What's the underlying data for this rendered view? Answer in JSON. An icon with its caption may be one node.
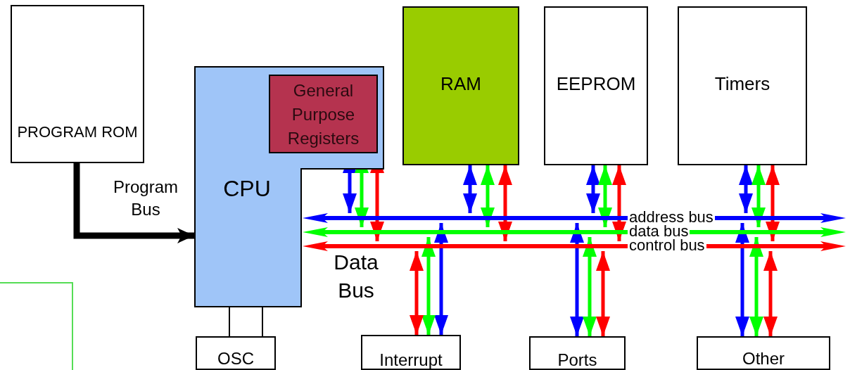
{
  "diagram": {
    "nodes": [
      {
        "text": [
          "PROGRAM ROM"
        ]
      },
      {
        "text": [
          "CPU"
        ]
      },
      {
        "text": [
          "General Purpose Registers"
        ],
        "in": 1
      },
      {
        "text": [
          "RAM"
        ]
      },
      {
        "text": [
          "EEPROM"
        ]
      },
      {
        "text": [
          "Timers"
        ]
      },
      {
        "text": [
          "OSC"
        ]
      },
      {
        "text": [
          "Interrupt"
        ]
      },
      {
        "text": [
          "Ports"
        ]
      },
      {
        "text": [
          "Other"
        ]
      },
      {
        "text": [],
        "shape": "box"
      },
      {
        "text": [
          "address bus"
        ]
      },
      {
        "text": [
          "data bus"
        ]
      },
      {
        "text": [
          "control bus"
        ]
      }
    ],
    "edges": [
      {
        "from": 0,
        "to": 1,
        "arrow": "to",
        "label": "Program Bus",
        "style": "thick",
        "color": "#000000"
      },
      {
        "from": 6,
        "to": 1,
        "arrow": "none",
        "color": "#000000"
      },
      {
        "from": 6,
        "to": 1,
        "arrow": "none",
        "color": "#000000"
      },
      {
        "from": 2,
        "to": 11,
        "arrow": "both",
        "color": "#0000ff"
      },
      {
        "from": 2,
        "to": 12,
        "arrow": "both",
        "color": "#00ff00"
      },
      {
        "from": 2,
        "to": 13,
        "arrow": "both",
        "color": "#ff0000"
      },
      {
        "from": 3,
        "to": 11,
        "arrow": "both",
        "color": "#0000ff"
      },
      {
        "from": 3,
        "to": 12,
        "arrow": "both",
        "color": "#00ff00"
      },
      {
        "from": 3,
        "to": 13,
        "arrow": "both",
        "color": "#ff0000"
      },
      {
        "from": 4,
        "to": 11,
        "arrow": "both",
        "color": "#0000ff"
      },
      {
        "from": 4,
        "to": 12,
        "arrow": "both",
        "color": "#00ff00"
      },
      {
        "from": 4,
        "to": 13,
        "arrow": "both",
        "color": "#ff0000"
      },
      {
        "from": 5,
        "to": 11,
        "arrow": "both",
        "color": "#0000ff"
      },
      {
        "from": 5,
        "to": 12,
        "arrow": "both",
        "color": "#00ff00"
      },
      {
        "from": 5,
        "to": 13,
        "arrow": "both",
        "color": "#ff0000"
      },
      {
        "from": 7,
        "to": 11,
        "arrow": "both",
        "color": "#0000ff"
      },
      {
        "from": 7,
        "to": 12,
        "arrow": "both",
        "color": "#00ff00"
      },
      {
        "from": 7,
        "to": 13,
        "arrow": "both",
        "color": "#ff0000"
      },
      {
        "from": 8,
        "to": 11,
        "arrow": "both",
        "color": "#0000ff"
      },
      {
        "from": 8,
        "to": 12,
        "arrow": "both",
        "color": "#00ff00"
      },
      {
        "from": 8,
        "to": 13,
        "arrow": "both",
        "color": "#ff0000"
      },
      {
        "from": 9,
        "to": 11,
        "arrow": "both",
        "color": "#0000ff"
      },
      {
        "from": 9,
        "to": 12,
        "arrow": "both",
        "color": "#00ff00"
      },
      {
        "from": 9,
        "to": 13,
        "arrow": "both",
        "color": "#ff0000"
      }
    ],
    "labels": [
      "Data Bus"
    ]
  }
}
